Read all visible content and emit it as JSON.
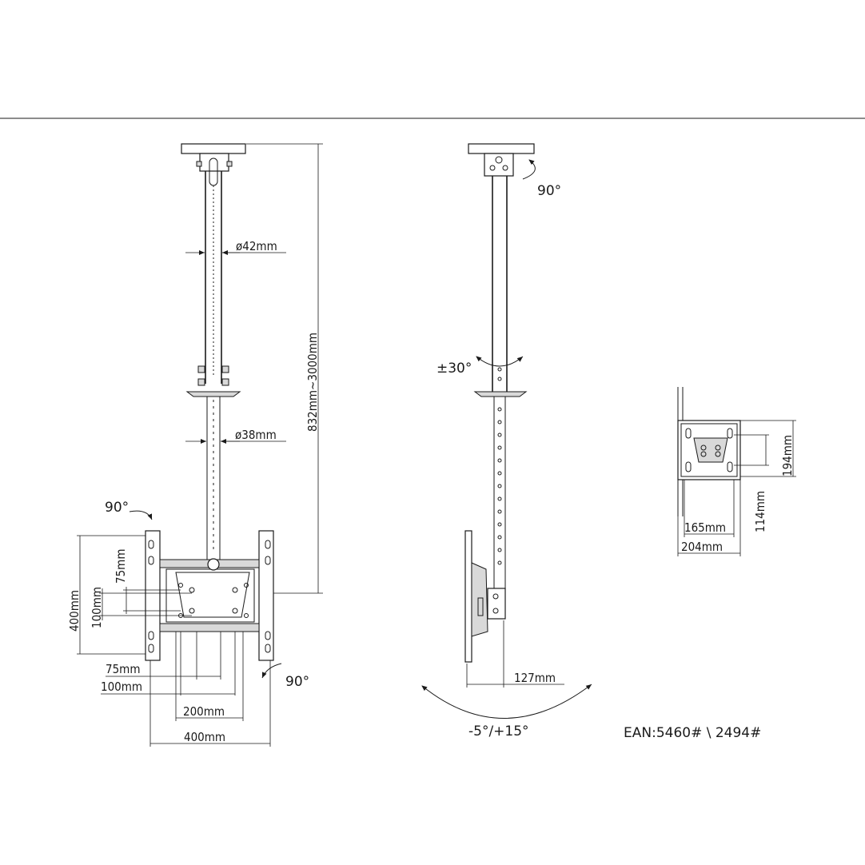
{
  "front_view": {
    "pole_upper_diameter": "ø42mm",
    "pole_lower_diameter": "ø38mm",
    "height_range": "832mm~3000mm",
    "tilt_left": "90°",
    "tilt_right": "90°",
    "vesa_heights": [
      "400mm",
      "100mm",
      "75mm"
    ],
    "vesa_widths": [
      "75mm",
      "100mm",
      "200mm",
      "400mm"
    ]
  },
  "side_view": {
    "ceiling_rotation": "90°",
    "swivel": "±30°",
    "depth": "127mm",
    "tilt_range": "-5°/+15°"
  },
  "detail_view": {
    "dims": [
      "194mm",
      "114mm",
      "165mm",
      "204mm"
    ]
  },
  "ean": "EAN:5460# \\ 2494#"
}
